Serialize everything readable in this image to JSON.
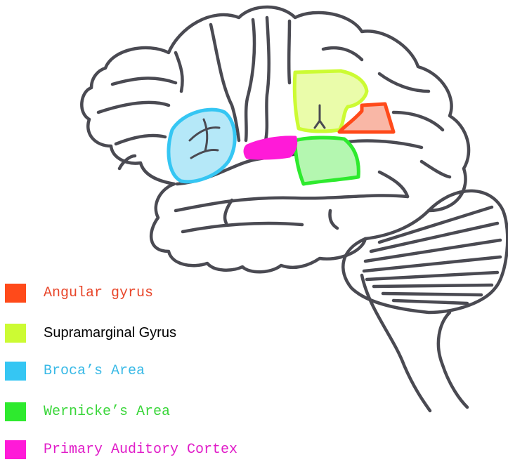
{
  "regions": {
    "angular_gyrus": {
      "color": "#ff4a1a",
      "fill": "#f9b7a6"
    },
    "supramarginal_gyrus": {
      "color": "#ccfb33",
      "fill": "#eafcaa"
    },
    "brocas_area": {
      "color": "#35c6f3",
      "fill": "#b5e8f8"
    },
    "wernickes_area": {
      "color": "#2eea2e",
      "fill": "#b4f7b0"
    },
    "primary_auditory_cortex": {
      "color": "#ff1ad8",
      "fill": "#ff1ad8"
    }
  },
  "legend": [
    {
      "label": "Angular gyrus",
      "color": "#ff4a1a",
      "text_color": "#e8462a",
      "font": "mono"
    },
    {
      "label": "Supramarginal Gyrus",
      "color": "#ccfb33",
      "text_color": "#000000",
      "font": "sans"
    },
    {
      "label": "Broca’s Area",
      "color": "#35c6f3",
      "text_color": "#39b9e6",
      "font": "mono"
    },
    {
      "label": "Wernicke’s Area",
      "color": "#2eea2e",
      "text_color": "#3ad63a",
      "font": "mono"
    },
    {
      "label": "Primary Auditory Cortex",
      "color": "#ff1ad8",
      "text_color": "#e01cc8",
      "font": "mono"
    }
  ]
}
